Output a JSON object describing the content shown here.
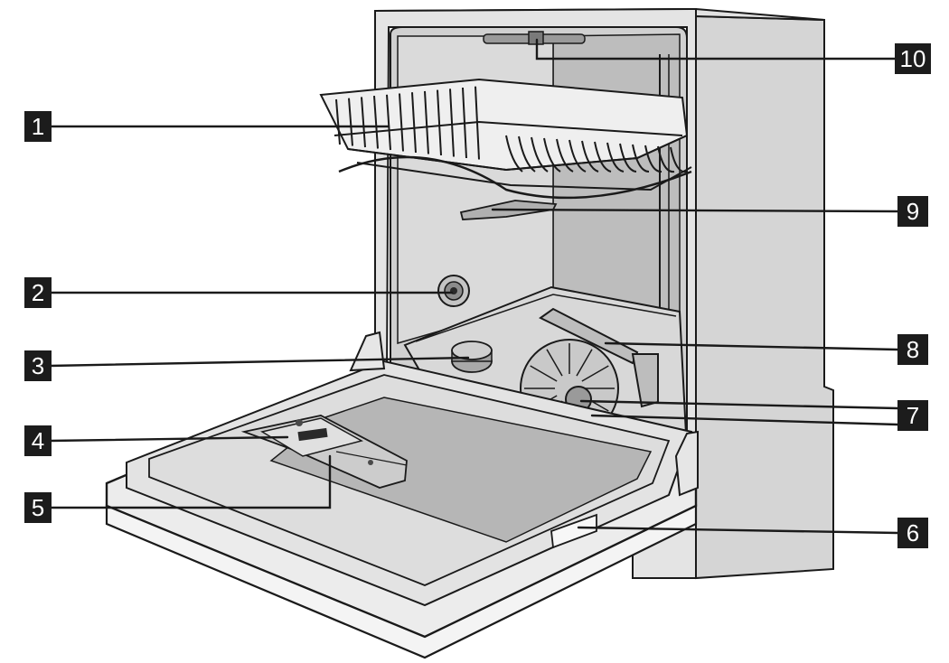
{
  "callouts": [
    {
      "id": "1",
      "label": "1"
    },
    {
      "id": "2",
      "label": "2"
    },
    {
      "id": "3",
      "label": "3"
    },
    {
      "id": "4",
      "label": "4"
    },
    {
      "id": "5",
      "label": "5"
    },
    {
      "id": "6",
      "label": "6"
    },
    {
      "id": "7",
      "label": "7"
    },
    {
      "id": "8",
      "label": "8"
    },
    {
      "id": "9",
      "label": "9"
    },
    {
      "id": "10",
      "label": "10"
    }
  ],
  "colors": {
    "outline": "#1a1a1a",
    "cabinet_fill": "#d9d9d9",
    "cabinet_shadow": "#bfbfbf",
    "tub_fill": "#cfcfcf",
    "door_fill": "#e6e6e6",
    "door_panel": "#b8b8b8",
    "callout_box": "#1c1c1c",
    "callout_text": "#ffffff"
  }
}
